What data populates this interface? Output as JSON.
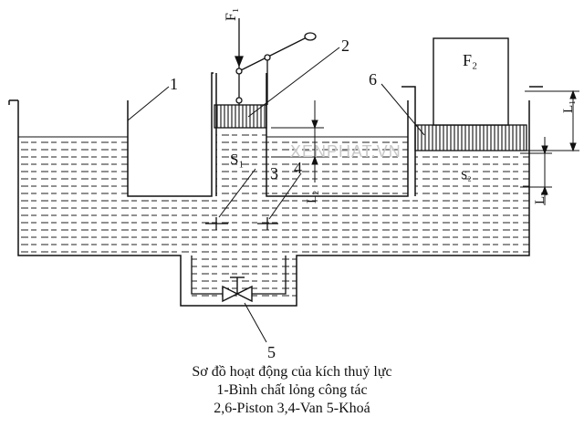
{
  "labels": {
    "force_small": "F₁",
    "force_large": "F₂",
    "area_small": "S₁",
    "area_large": "S₂",
    "dist_l1": "L₁",
    "dist_l2_left": "L₂",
    "dist_l2_right": "L₂",
    "num_1": "1",
    "num_2": "2",
    "num_3": "3",
    "num_4": "4",
    "num_5": "5",
    "num_6": "6"
  },
  "watermark": "XENPHAT.VN",
  "caption": {
    "line1": "Sơ đồ hoạt động của kích thuỷ lực",
    "line2": "1-Bình chất lỏng công tác",
    "line3": "2,6-Piston 3,4-Van 5-Khoá"
  }
}
